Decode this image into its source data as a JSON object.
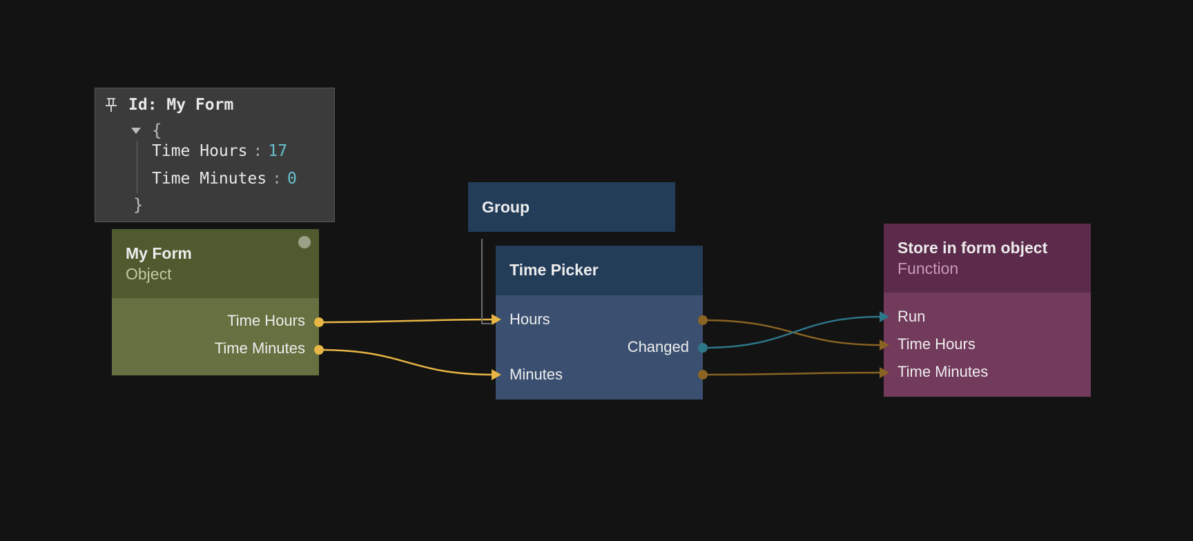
{
  "inspector": {
    "title": "Id: My Form",
    "brace_open": "{",
    "brace_close": "}",
    "properties": [
      {
        "key": "Time Hours",
        "sep": ":",
        "value": "17"
      },
      {
        "key": "Time Minutes",
        "sep": ":",
        "value": "0"
      }
    ]
  },
  "nodes": {
    "my_form": {
      "title": "My Form",
      "subtitle": "Object",
      "outputs": [
        "Time Hours",
        "Time Minutes"
      ]
    },
    "group": {
      "title": "Group"
    },
    "time_picker": {
      "title": "Time Picker",
      "inputs": [
        "Hours",
        "Minutes"
      ],
      "outputs": [
        "Changed"
      ]
    },
    "store": {
      "title": "Store in form object",
      "subtitle": "Function",
      "inputs": [
        "Run",
        "Time Hours",
        "Time Minutes"
      ]
    }
  },
  "colors": {
    "background": "#131313",
    "wire_value": "#e8b645",
    "wire_value_dim": "#8a6423",
    "wire_signal": "#2e7689",
    "object_node": "#667040",
    "visual_node": "#3b5070",
    "function_node": "#723a5b"
  }
}
